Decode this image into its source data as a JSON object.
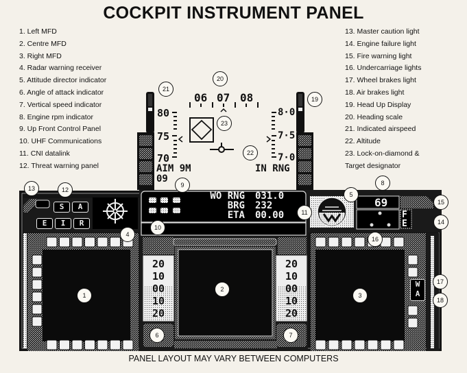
{
  "title": "COCKPIT INSTRUMENT PANEL",
  "footer": "PANEL LAYOUT MAY VARY BETWEEN COMPUTERS",
  "legend_left": [
    "1. Left MFD",
    "2. Centre MFD",
    "3. Right MFD",
    "4. Radar warning receiver",
    "5. Attitude director indicator",
    "6. Angle of attack indicator",
    "7. Vertical speed indicator",
    "8. Engine rpm indicator",
    "9. Up Front Control Panel",
    "10. UHF Communications",
    "11. CNI datalink",
    "12. Threat warning panel"
  ],
  "legend_right": [
    "13. Master caution light",
    "14. Engine failure light",
    "15. Fire warning light",
    "16. Undercarriage lights",
    "17. Wheel brakes light",
    "18. Air brakes light",
    "19. Head Up Display",
    "20. Heading scale",
    "21. Indicated airspeed",
    "22. Altitude",
    "23. Lock-on-diamond &",
    "Target designator"
  ],
  "hud": {
    "heading_labels": [
      "06",
      "07",
      "08"
    ],
    "airspeed_labels": [
      "80",
      "75",
      "70"
    ],
    "altitude_labels": [
      "8·0",
      "7·5",
      "7·0"
    ],
    "weapon": "AIM 9M",
    "weapon_count": "09",
    "range_status": "IN RNG"
  },
  "cni": {
    "rows": [
      {
        "label": "WO RNG",
        "value": "031.0"
      },
      {
        "label": "BRG",
        "value": "232"
      },
      {
        "label": "ETA",
        "value": "00.00"
      }
    ]
  },
  "threat_panel": {
    "top": [
      "S",
      "A"
    ],
    "bottom": [
      "E",
      "I",
      "R"
    ]
  },
  "engine_rpm": "69",
  "warning_lights": {
    "fire": "F",
    "engine": "E"
  },
  "brake_lights": {
    "wheel": "W",
    "air": "A"
  },
  "aoa_scale": [
    "20",
    "10",
    "00",
    "10",
    "20"
  ],
  "vsi_scale": [
    "20",
    "10",
    "00",
    "10",
    "20"
  ],
  "callouts": {
    "c1": "1",
    "c2": "2",
    "c3": "3",
    "c4": "4",
    "c5": "5",
    "c6": "6",
    "c7": "7",
    "c8": "8",
    "c9": "9",
    "c10": "10",
    "c11": "11",
    "c12": "12",
    "c13": "13",
    "c14": "14",
    "c15": "15",
    "c16": "16",
    "c17": "17",
    "c18": "18",
    "c19": "19",
    "c20": "20",
    "c21": "21",
    "c22": "22",
    "c23": "23"
  },
  "colors": {
    "panel": "#141414",
    "paper": "#f4f1ea",
    "display": "#0c0c0c",
    "dither": "#8a8a8a"
  }
}
